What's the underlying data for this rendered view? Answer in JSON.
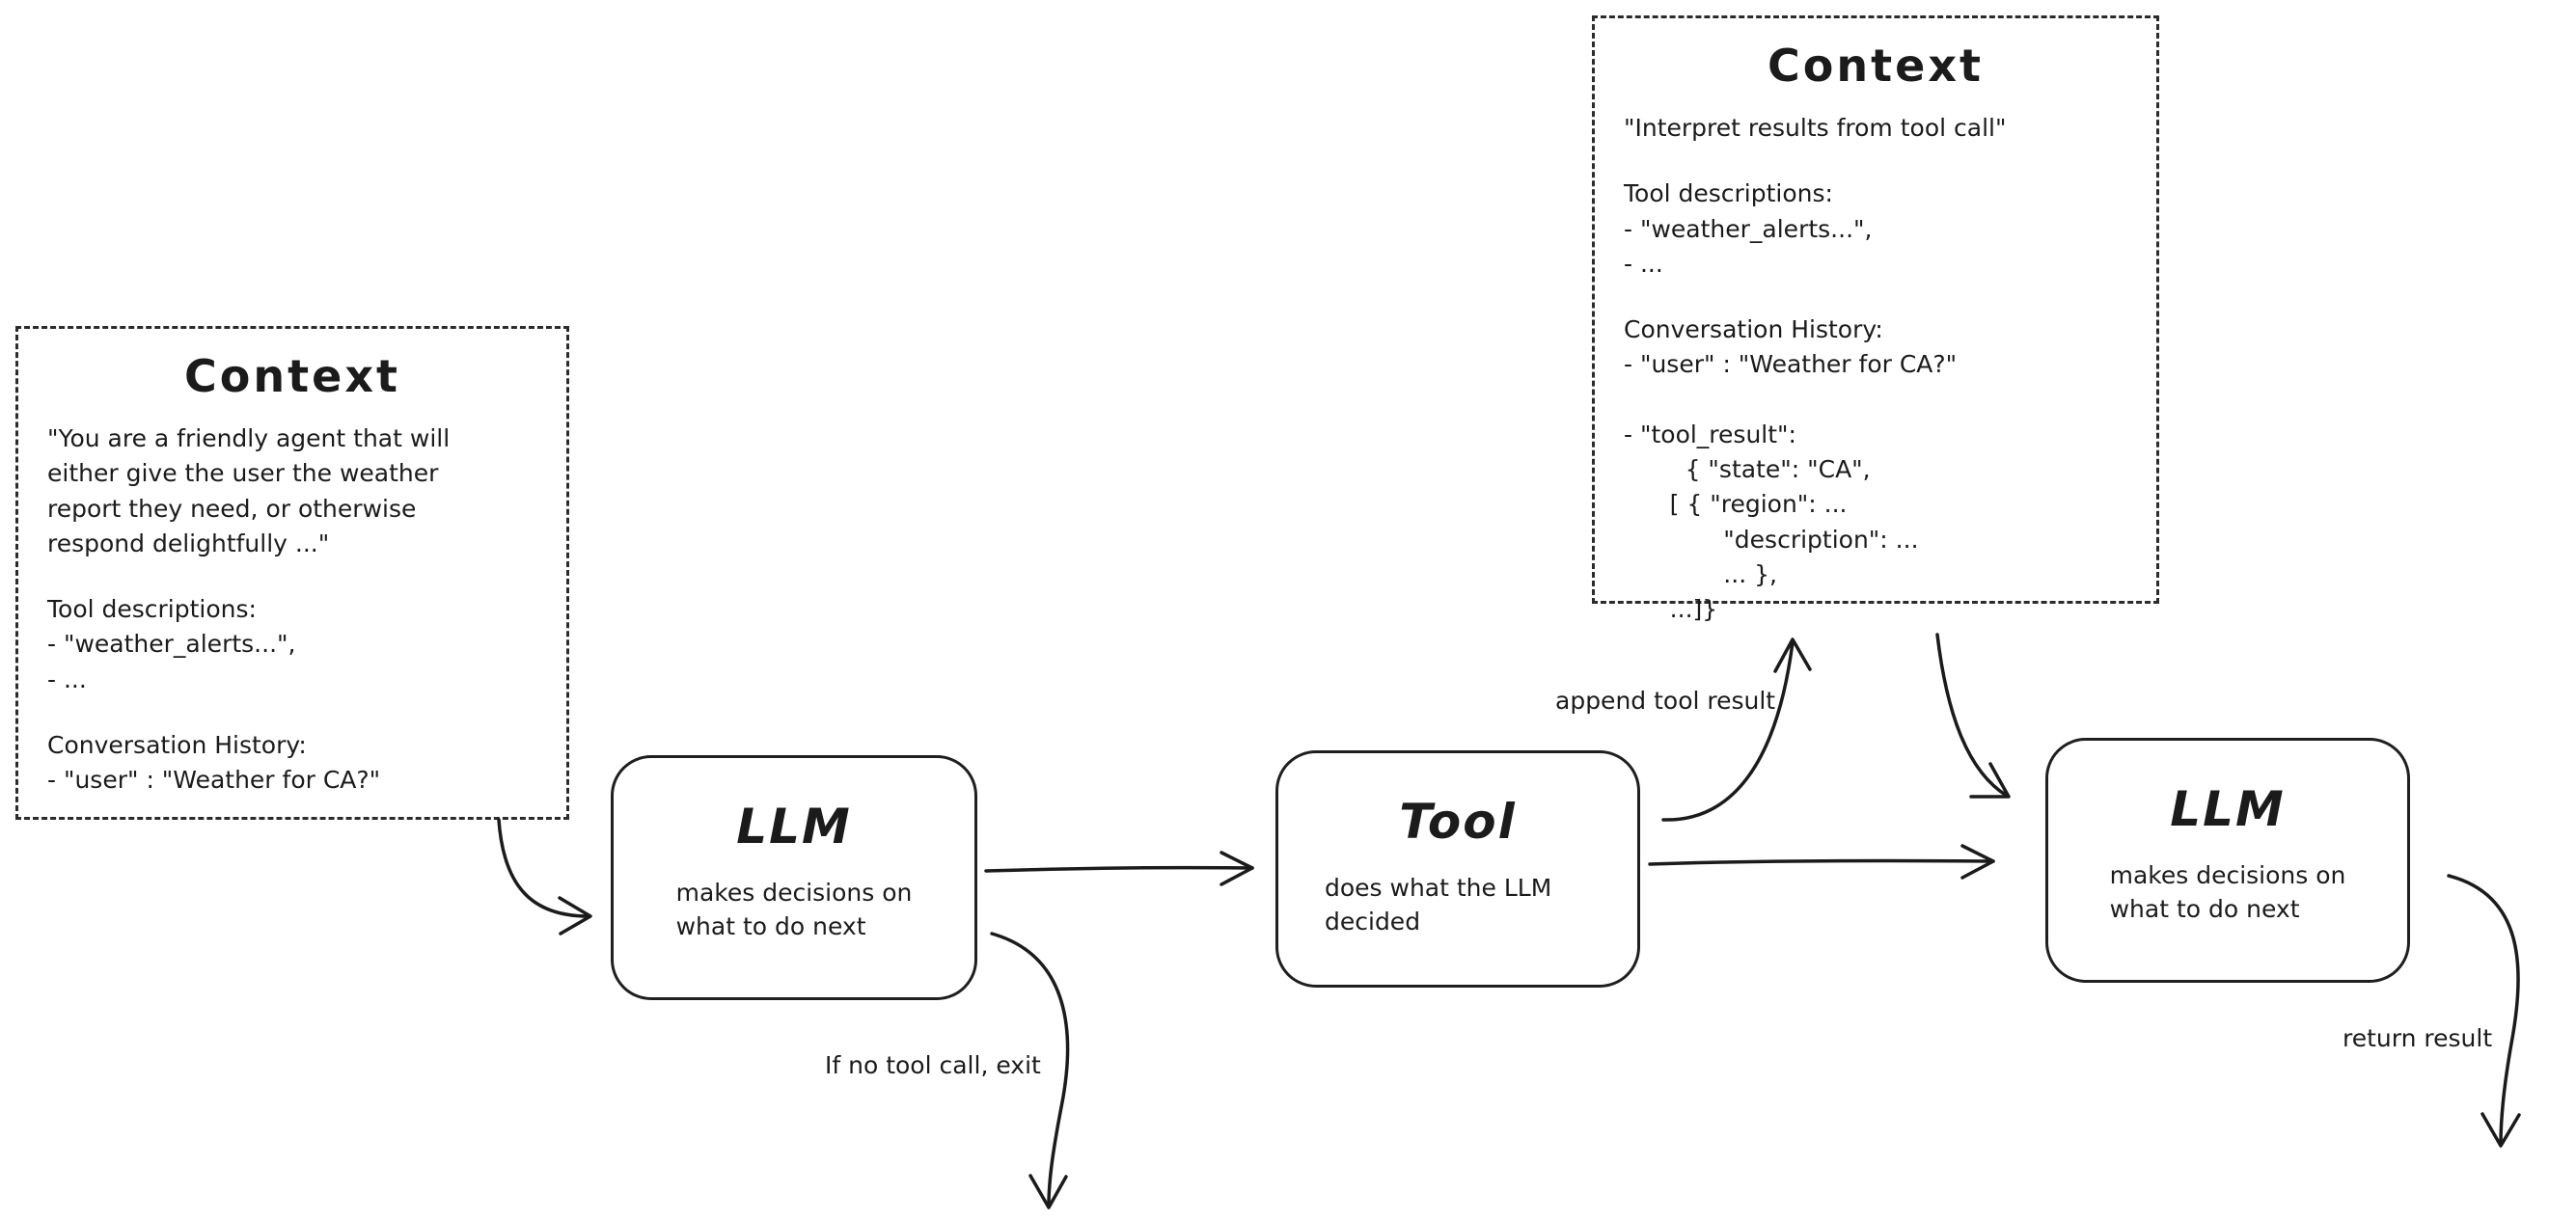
{
  "diagram": {
    "context_initial": {
      "title": "Context",
      "system_prompt_lines": [
        "\"You are a friendly agent that will",
        "either give the user the weather",
        "report they need, or otherwise",
        "respond delightfully ...\""
      ],
      "tool_descriptions_lines": [
        "Tool descriptions:",
        "- \"weather_alerts...\",",
        "- ..."
      ],
      "history_lines": [
        "Conversation History:",
        "- \"user\" : \"Weather for CA?\""
      ]
    },
    "context_tool_result": {
      "title": "Context",
      "intro": "\"Interpret results from tool call\"",
      "tool_descriptions_lines": [
        "Tool descriptions:",
        "- \"weather_alerts...\",",
        "- ..."
      ],
      "history_lines": [
        "Conversation History:",
        "- \"user\" : \"Weather for CA?\"",
        "",
        "- \"tool_result\":",
        "        { \"state\": \"CA\",",
        "      [ { \"region\": ...",
        "             \"description\": ...",
        "             ... },",
        "      ...]}"
      ]
    },
    "nodes": {
      "llm_decide": {
        "title": "LLM",
        "desc_lines": [
          "makes decisions on",
          "what to do next"
        ]
      },
      "tool": {
        "title": "Tool",
        "desc_lines": [
          "does what the LLM",
          "decided"
        ]
      },
      "llm_interpret": {
        "title": "LLM",
        "desc_lines": [
          "makes decisions on",
          "what to do next"
        ]
      }
    },
    "labels": {
      "append_tool_result": "append tool result",
      "exit_condition": "If no tool call, exit",
      "return_result": "return result"
    },
    "colors": {
      "ink": "#1b1b1b",
      "background": "#ffffff"
    }
  }
}
